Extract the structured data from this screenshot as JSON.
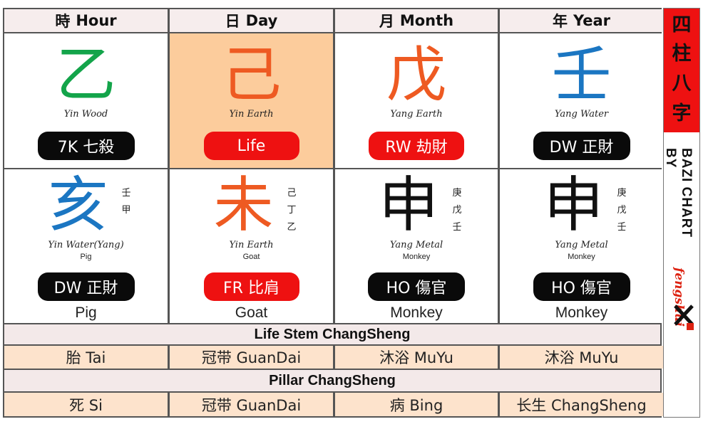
{
  "headers": [
    {
      "zh": "時",
      "en": "Hour"
    },
    {
      "zh": "日",
      "en": "Day"
    },
    {
      "zh": "月",
      "en": "Month"
    },
    {
      "zh": "年",
      "en": "Year"
    }
  ],
  "stems": [
    {
      "char": "乙",
      "element": "Yin Wood",
      "color": "#13a44a",
      "ten_god": "7K 七殺",
      "pill": "black"
    },
    {
      "char": "己",
      "element": "Yin Earth",
      "color": "#ee5a22",
      "ten_god": "Life",
      "pill": "red"
    },
    {
      "char": "戊",
      "element": "Yang Earth",
      "color": "#ee5a22",
      "ten_god": "RW 劫財",
      "pill": "red"
    },
    {
      "char": "壬",
      "element": "Yang Water",
      "color": "#1b76c2",
      "ten_god": "DW 正財",
      "pill": "black"
    }
  ],
  "branches": [
    {
      "char": "亥",
      "hidden": [
        "壬",
        "甲"
      ],
      "element": "Yin Water(Yang)",
      "animal_small": "Pig",
      "color": "#1b76c2",
      "ten_god": "DW 正財",
      "pill": "black",
      "animal": "Pig"
    },
    {
      "char": "未",
      "hidden": [
        "己",
        "丁",
        "乙"
      ],
      "element": "Yin Earth",
      "animal_small": "Goat",
      "color": "#ee5a22",
      "ten_god": "FR 比肩",
      "pill": "red",
      "animal": "Goat"
    },
    {
      "char": "申",
      "hidden": [
        "庚",
        "戊",
        "壬"
      ],
      "element": "Yang Metal",
      "animal_small": "Monkey",
      "color": "#111111",
      "ten_god": "HO 傷官",
      "pill": "black",
      "animal": "Monkey"
    },
    {
      "char": "申",
      "hidden": [
        "庚",
        "戊",
        "壬"
      ],
      "element": "Yang Metal",
      "animal_small": "Monkey",
      "color": "#111111",
      "ten_god": "HO 傷官",
      "pill": "black",
      "animal": "Monkey"
    }
  ],
  "life_stem_title": "Life Stem ChangSheng",
  "life_stem": [
    "胎 Tai",
    "冠带 GuanDai",
    "沐浴 MuYu",
    "沐浴 MuYu"
  ],
  "pillar_title": "Pillar ChangSheng",
  "pillar": [
    "死 Si",
    "冠带 GuanDai",
    "病 Bing",
    "长生 ChangSheng"
  ],
  "side": {
    "zh": [
      "四",
      "柱",
      "八",
      "字"
    ],
    "title": "BAZI CHART BY",
    "logo_text": "fengshui"
  }
}
